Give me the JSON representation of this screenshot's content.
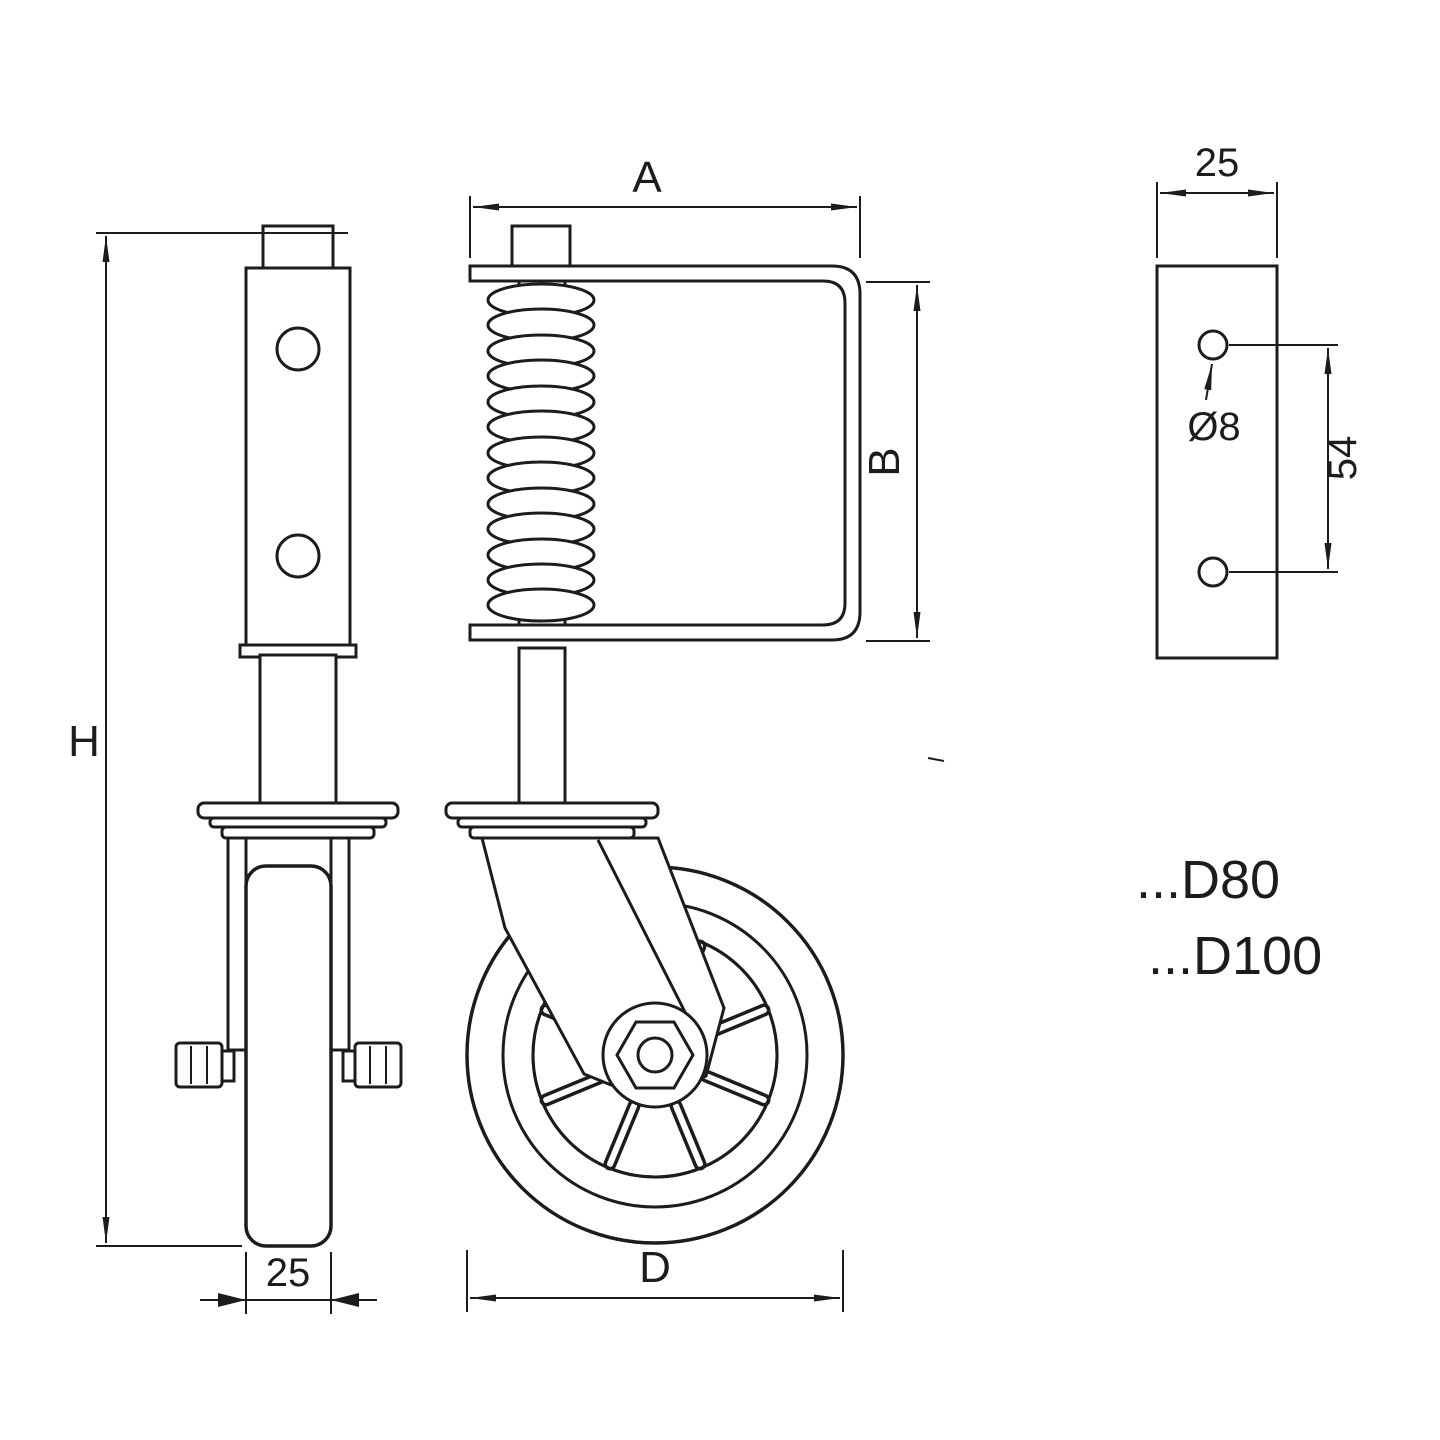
{
  "diagram": {
    "type": "technical-drawing",
    "colors": {
      "ink": "#1c1c1c",
      "background": "#ffffff"
    },
    "dimensions": {
      "height": {
        "label": "H"
      },
      "bracket_width": {
        "label": "A"
      },
      "bracket_height": {
        "label": "B"
      },
      "wheel_diameter": {
        "label": "D"
      },
      "wheel_width": {
        "label": "25"
      },
      "plate_width": {
        "label": "25"
      },
      "hole_diameter": {
        "label": "Ø8"
      },
      "hole_spacing": {
        "label": "54"
      }
    },
    "variants": [
      {
        "label": "...D80"
      },
      {
        "label": "...D100"
      }
    ]
  }
}
